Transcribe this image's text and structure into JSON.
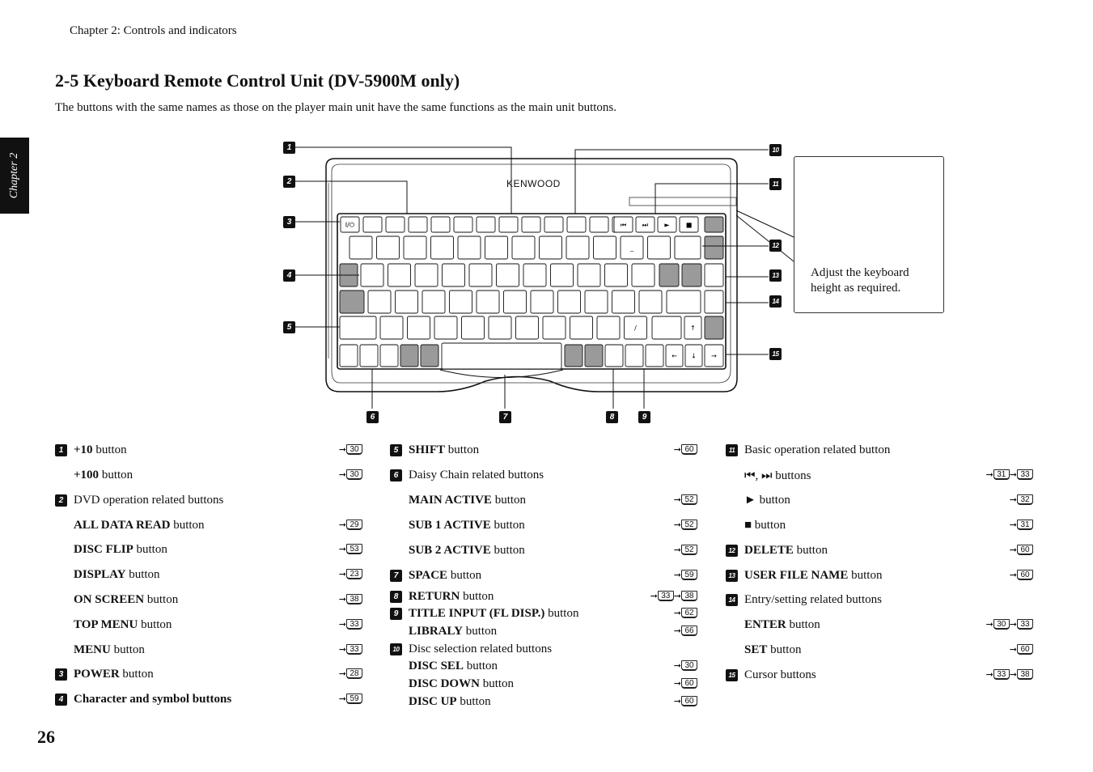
{
  "running_head": "Chapter 2: Controls and indicators",
  "chapter_tab": "Chapter 2",
  "section_title": "2-5  Keyboard Remote Control Unit (DV-5900M only)",
  "intro": "The buttons with the same names as those on the player main unit have the same functions as the main unit buttons.",
  "figure": {
    "brand": "KENWOOD",
    "key_labels": {
      "power": "I/⏻",
      "prev": "⏮",
      "next": "⏭",
      "play": "►",
      "stop": "■",
      "underscore": "_",
      "slash": "/",
      "up": "↑",
      "left": "←",
      "down": "↓",
      "right": "→"
    },
    "callouts": [
      "1",
      "2",
      "3",
      "4",
      "5",
      "6",
      "7",
      "8",
      "9",
      "10",
      "11",
      "12",
      "13",
      "14",
      "15"
    ],
    "inset_caption": "Adjust the keyboard height as required."
  },
  "columns": [
    [
      {
        "num": "1",
        "bold": "+10",
        "text": " button",
        "refs": [
          "30"
        ]
      },
      {
        "num": "",
        "bold": "+100",
        "text": " button",
        "refs": [
          "30"
        ]
      },
      {
        "num": "2",
        "bold": "",
        "text": "DVD operation related buttons",
        "refs": []
      },
      {
        "num": "",
        "bold": "ALL DATA READ",
        "text": " button",
        "refs": [
          "29"
        ]
      },
      {
        "num": "",
        "bold": "DISC FLIP",
        "text": " button",
        "refs": [
          "53"
        ]
      },
      {
        "num": "",
        "bold": "DISPLAY",
        "text": " button",
        "refs": [
          "23"
        ]
      },
      {
        "num": "",
        "bold": "ON SCREEN",
        "text": " button",
        "refs": [
          "38"
        ]
      },
      {
        "num": "",
        "bold": "TOP MENU",
        "text": " button",
        "refs": [
          "33"
        ]
      },
      {
        "num": "",
        "bold": "MENU",
        "text": " button",
        "refs": [
          "33"
        ]
      },
      {
        "num": "3",
        "bold": "POWER",
        "text": " button",
        "refs": [
          "28"
        ]
      },
      {
        "num": "4",
        "bold": "Character and symbol buttons",
        "text": "",
        "refs": [
          "59"
        ]
      }
    ],
    [
      {
        "num": "5",
        "bold": "SHIFT",
        "text": " button",
        "refs": [
          "60"
        ]
      },
      {
        "num": "6",
        "bold": "",
        "text": "Daisy Chain related buttons",
        "refs": []
      },
      {
        "num": "",
        "bold": "MAIN ACTIVE",
        "text": " button",
        "refs": [
          "52"
        ]
      },
      {
        "num": "",
        "bold": "SUB 1 ACTIVE",
        "text": " button",
        "refs": [
          "52"
        ]
      },
      {
        "num": "",
        "bold": "SUB 2 ACTIVE",
        "text": " button",
        "refs": [
          "52"
        ]
      },
      {
        "num": "7",
        "bold": "SPACE",
        "text": " button",
        "refs": [
          "59"
        ]
      },
      {
        "num": "8",
        "bold": "RETURN",
        "text": " button",
        "refs": [
          "33",
          "38"
        ]
      },
      {
        "num": "9",
        "bold": "TITLE INPUT (FL DISP.)",
        "text": " button",
        "refs": [
          "62"
        ]
      },
      {
        "num": "",
        "bold": "LIBRALY",
        "text": " button",
        "refs": [
          "66"
        ]
      },
      {
        "num": "10",
        "bold": "",
        "text": "Disc selection related buttons",
        "refs": []
      },
      {
        "num": "",
        "bold": "DISC SEL",
        "text": " button",
        "refs": [
          "30"
        ]
      },
      {
        "num": "",
        "bold": "DISC DOWN",
        "text": " button",
        "refs": [
          "60"
        ]
      },
      {
        "num": "",
        "bold": "DISC UP",
        "text": " button",
        "refs": [
          "60"
        ]
      }
    ],
    [
      {
        "num": "11",
        "bold": "",
        "text": "Basic operation related button",
        "refs": []
      },
      {
        "num": "",
        "bold": "",
        "text": "⏮, ⏭ buttons",
        "refs": [
          "31",
          "33"
        ]
      },
      {
        "num": "",
        "bold": "",
        "text": "► button",
        "refs": [
          "32"
        ]
      },
      {
        "num": "",
        "bold": "",
        "text": "■ button",
        "refs": [
          "31"
        ]
      },
      {
        "num": "12",
        "bold": "DELETE",
        "text": " button",
        "refs": [
          "60"
        ]
      },
      {
        "num": "13",
        "bold": "USER FILE NAME",
        "text": " button",
        "refs": [
          "60"
        ]
      },
      {
        "num": "14",
        "bold": "",
        "text": "Entry/setting related buttons",
        "refs": []
      },
      {
        "num": "",
        "bold": "ENTER",
        "text": " button",
        "refs": [
          "30",
          "33"
        ]
      },
      {
        "num": "",
        "bold": "SET",
        "text": " button",
        "refs": [
          "60"
        ]
      },
      {
        "num": "15",
        "bold": "",
        "text": "Cursor buttons",
        "refs": [
          "33",
          "38"
        ]
      }
    ]
  ],
  "ref_arrow": "➞",
  "page_number": "26"
}
